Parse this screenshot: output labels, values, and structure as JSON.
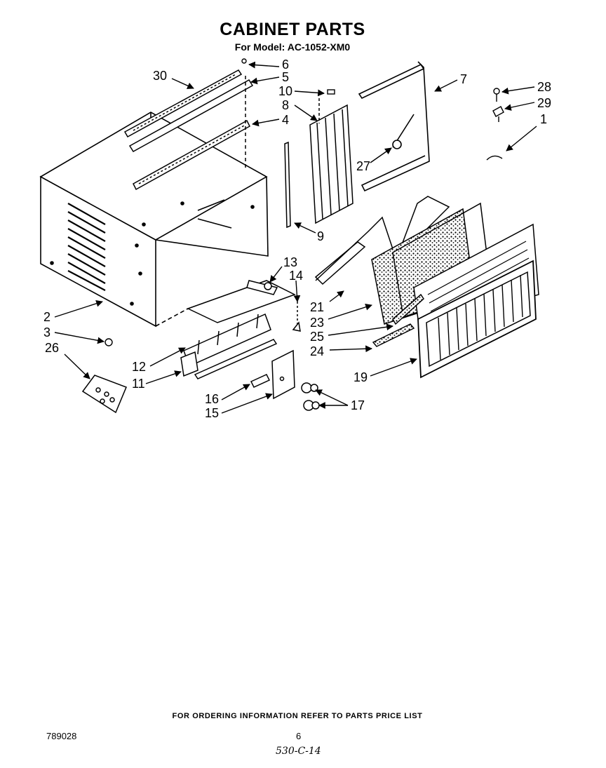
{
  "page": {
    "title": "CABINET PARTS",
    "subtitle": "For Model: AC-1052-XM0",
    "footer_note": "FOR ORDERING INFORMATION REFER TO PARTS PRICE LIST",
    "document_number": "789028",
    "page_number": "6",
    "handwritten_note": "530-C-14"
  },
  "callouts": [
    {
      "id": "c30",
      "label": "30"
    },
    {
      "id": "c6",
      "label": "6"
    },
    {
      "id": "c5",
      "label": "5"
    },
    {
      "id": "c10",
      "label": "10"
    },
    {
      "id": "c8",
      "label": "8"
    },
    {
      "id": "c4",
      "label": "4"
    },
    {
      "id": "c7",
      "label": "7"
    },
    {
      "id": "c28",
      "label": "28"
    },
    {
      "id": "c29",
      "label": "29"
    },
    {
      "id": "c1",
      "label": "1"
    },
    {
      "id": "c27",
      "label": "27"
    },
    {
      "id": "c9",
      "label": "9"
    },
    {
      "id": "c13",
      "label": "13"
    },
    {
      "id": "c14",
      "label": "14"
    },
    {
      "id": "c2",
      "label": "2"
    },
    {
      "id": "c3",
      "label": "3"
    },
    {
      "id": "c26",
      "label": "26"
    },
    {
      "id": "c12",
      "label": "12"
    },
    {
      "id": "c11",
      "label": "11"
    },
    {
      "id": "c21",
      "label": "21"
    },
    {
      "id": "c23",
      "label": "23"
    },
    {
      "id": "c25",
      "label": "25"
    },
    {
      "id": "c24",
      "label": "24"
    },
    {
      "id": "c19",
      "label": "19"
    },
    {
      "id": "c16",
      "label": "16"
    },
    {
      "id": "c15",
      "label": "15"
    },
    {
      "id": "c17",
      "label": "17"
    }
  ]
}
